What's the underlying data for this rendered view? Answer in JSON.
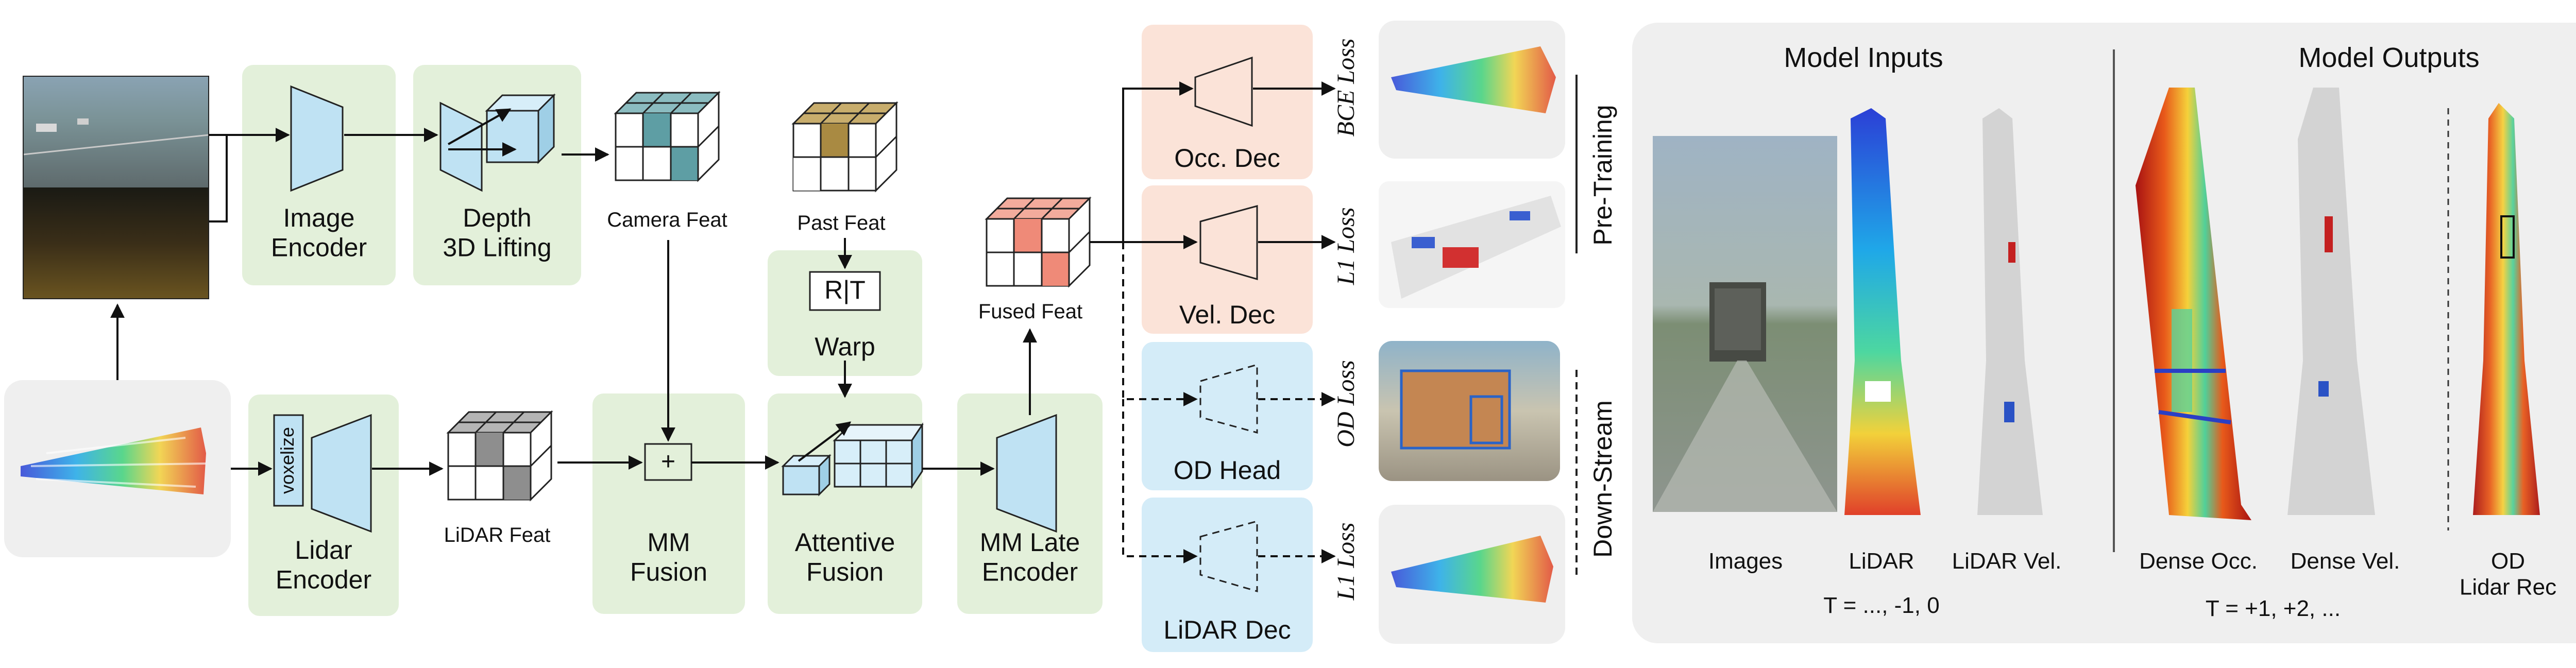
{
  "blocks": {
    "image_encoder": "Image\nEncoder",
    "depth_lifting": "Depth\n3D Lifting",
    "lidar_encoder": "Lidar\nEncoder",
    "voxelize": "voxelize",
    "mm_fusion": "MM\nFusion",
    "attentive_fusion": "Attentive\nFusion",
    "mm_late_encoder": "MM Late\nEncoder",
    "warp": "Warp",
    "rt": "R|T",
    "plus": "+"
  },
  "features": {
    "camera_feat": "Camera Feat",
    "past_feat": "Past Feat",
    "lidar_feat": "LiDAR Feat",
    "fused_feat": "Fused Feat"
  },
  "heads": {
    "occ_dec": "Occ. Dec",
    "vel_dec": "Vel. Dec",
    "od_head": "OD Head",
    "lidar_dec": "LiDAR Dec"
  },
  "losses": {
    "bce": "BCE Loss",
    "l1_vel": "L1 Loss",
    "od": "OD Loss",
    "l1_lidar": "L1 Loss"
  },
  "stages": {
    "pre_training": "Pre-Training",
    "down_stream": "Down-Stream"
  },
  "panel": {
    "inputs_title": "Model Inputs",
    "outputs_title": "Model Outputs",
    "col_images": "Images",
    "col_lidar": "LiDAR",
    "col_lidar_vel": "LiDAR Vel.",
    "col_dense_occ": "Dense Occ.",
    "col_dense_vel": "Dense Vel.",
    "col_od": "OD\nLidar Rec",
    "t_inputs": "T = ..., -1, 0",
    "t_outputs": "T = +1, +2, ..."
  },
  "colors": {
    "green_block": "#e3f0da",
    "blue_block": "#bfe2f3",
    "peach_block": "#fbe3d8",
    "head_blue": "#d4ecf8",
    "camera_cube": "#5e9ea4",
    "lidar_cube": "#8e8e8e",
    "past_cube": "#a98a42",
    "fused_cube": "#ef8a78",
    "panel_bg": "#efefef"
  }
}
